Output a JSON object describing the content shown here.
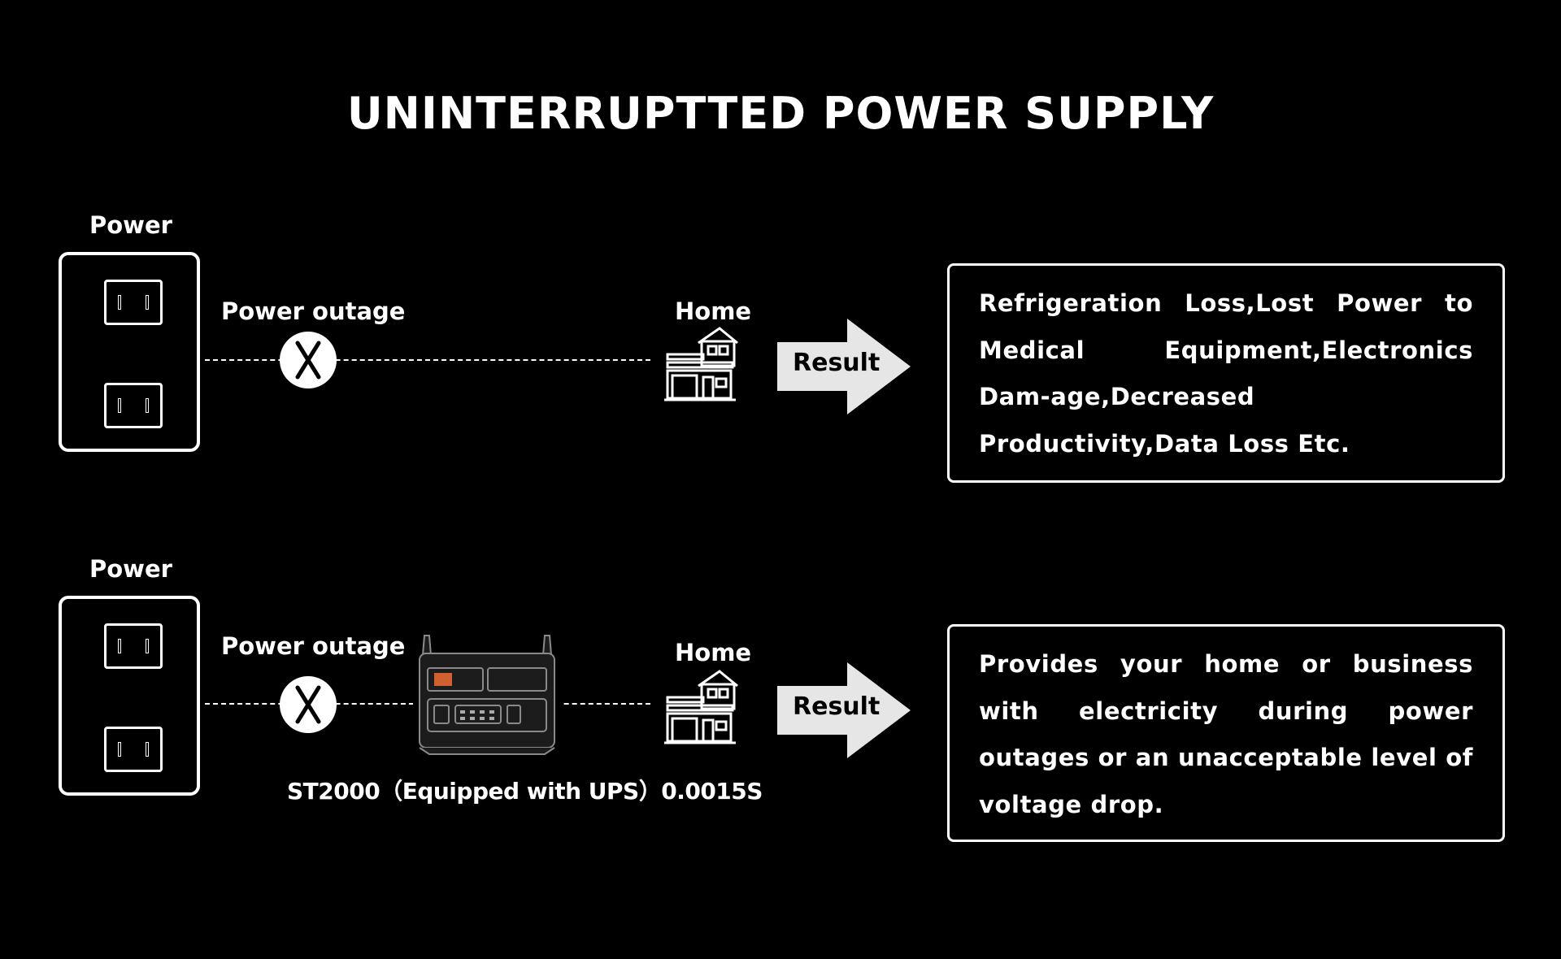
{
  "title": "UNINTERRUPTTED POWER SUPPLY",
  "rows": [
    {
      "power_label": "Power",
      "outage_label": "Power outage",
      "home_label": "Home",
      "result_label": "Result",
      "result_text": "Refrigeration Loss,Lost Power to Medical Equipment,Electronics Dam-age,Decreased Productivity,Data Loss Etc."
    },
    {
      "power_label": "Power",
      "outage_label": "Power outage",
      "home_label": "Home",
      "result_label": "Result",
      "device_caption": "ST2000（Equipped with UPS）0.0015S",
      "result_text": "Provides your home or business with electricity during power outages or an unacceptable level of voltage drop."
    }
  ],
  "icons": [
    "outlet-icon",
    "cross-circle-icon",
    "house-icon",
    "arrow-right-icon",
    "power-station-icon"
  ],
  "colors": {
    "background": "#000000",
    "foreground": "#ffffff",
    "arrow": "#e6e6e6"
  }
}
